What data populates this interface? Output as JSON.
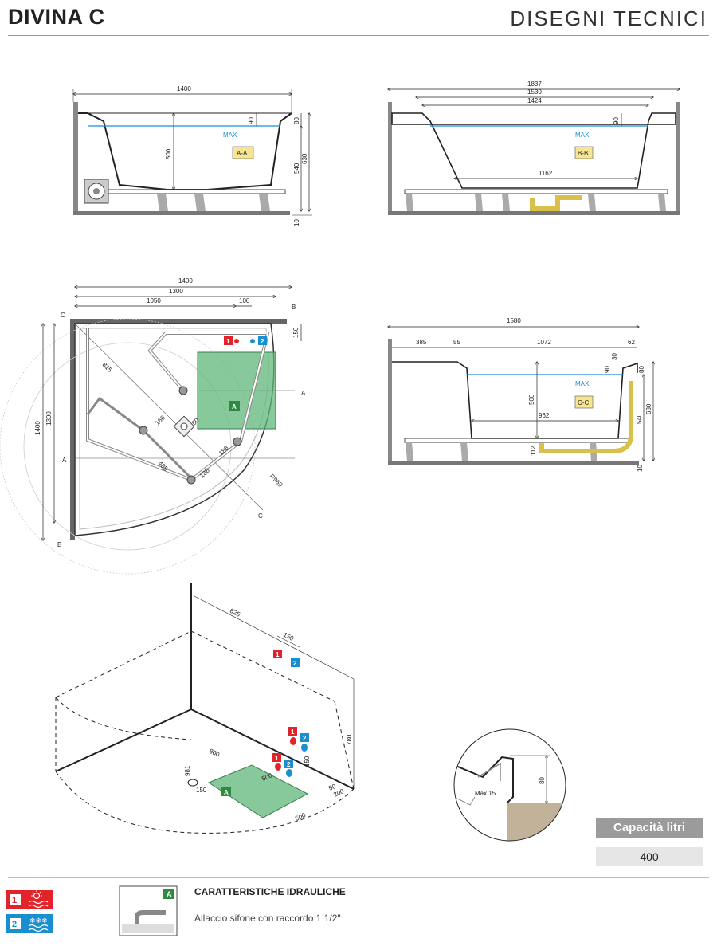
{
  "header": {
    "title": "DIVINA C",
    "subtitle": "DISEGNI TECNICI"
  },
  "capacity": {
    "label": "Capacità litri",
    "value": "400"
  },
  "hydraulics": {
    "title": "CARATTERISTICHE IDRAULICHE",
    "description": "Allaccio sifone con raccordo 1 1/2\"",
    "legend": [
      {
        "number": "1",
        "color": "#e2232a",
        "icon": "sun-hot-water-icon"
      },
      {
        "number": "2",
        "color": "#1a8fd0",
        "icon": "snowflake-cold-water-icon"
      }
    ],
    "drain_box_label": "A"
  },
  "views": {
    "section_aa": {
      "label": "A-A",
      "max": "MAX",
      "dims": {
        "width": "1400",
        "depth": "500",
        "rim": "90",
        "top": "80",
        "inner_height": "540",
        "total_height": "630",
        "feet": "10"
      }
    },
    "section_bb": {
      "label": "B-B",
      "max": "MAX",
      "dims": {
        "total": "1837",
        "outer": "1530",
        "inner": "1424",
        "bottom": "1162",
        "rim": "90"
      }
    },
    "section_cc": {
      "label": "C-C",
      "max": "MAX",
      "dims": {
        "total": "1580",
        "left": "385",
        "gap": "55",
        "inner": "1072",
        "right": "62",
        "rim_top": "30",
        "rim": "90",
        "top": "80",
        "depth": "500",
        "bottom": "962",
        "inner_height": "540",
        "total_height": "630",
        "feet": "10",
        "drain": "112"
      }
    },
    "plan": {
      "drain_zone_label": "A",
      "dims": {
        "total_x": "1400",
        "inner_x": "1300",
        "offset_x": "1050",
        "inlet_gap": "100",
        "inlet_y": "150",
        "total_y": "1400",
        "inner_y": "1300",
        "diag": "815",
        "d166": "166",
        "d50": "50",
        "d485": "485",
        "d188a": "188",
        "d188b": "188",
        "radius": "R969"
      },
      "markers": {
        "a": "A",
        "b": "B",
        "c": "C"
      }
    },
    "isometric": {
      "drain_zone_label": "A",
      "dims": {
        "d825": "825",
        "d150a": "150",
        "d780": "780",
        "d800": "800",
        "d981": "981",
        "d150b": "150",
        "d500a": "500",
        "d500b": "500",
        "d150c": "150",
        "d50": "50",
        "d200": "200"
      }
    },
    "detail": {
      "max": "Max 15",
      "height": "80"
    }
  }
}
